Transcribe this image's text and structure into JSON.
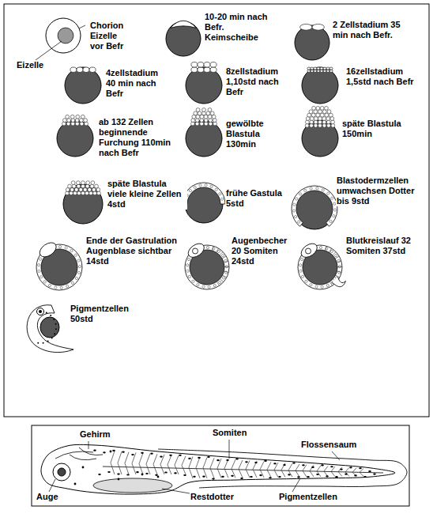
{
  "diagram": {
    "labels": [
      "Chorion",
      "Eizelle vor Befr",
      "Eizelle",
      "10-20 min nach Befr. Keimscheibe",
      "2 Zellstadium 35 min nach Befr.",
      "4zellstadium 40 min nach Befr",
      "8zellstadium 1,10std nach Befr",
      "16zellstadium 1,5std nach Befr",
      "ab 132 Zellen beginnende Furchung 110min nach Befr",
      "gewölbte Blastula 130min",
      "späte Blastula 150min",
      "späte Blastula viele kleine Zellen 4std",
      "frühe Gastula 5std",
      "Blastodermzellen umwachsen Dotter bis 9std",
      "Ende der Gastrulation Augenblase sichtbar 14std",
      "Augenbecher 20 Somiten 24std",
      "Blutkreislauf 32 Somiten 37std",
      "Pigmentzellen 50std",
      "Gehirm",
      "Somiten",
      "Flossensaum",
      "Auge",
      "Restdotter",
      "Pigmentzellen"
    ]
  }
}
